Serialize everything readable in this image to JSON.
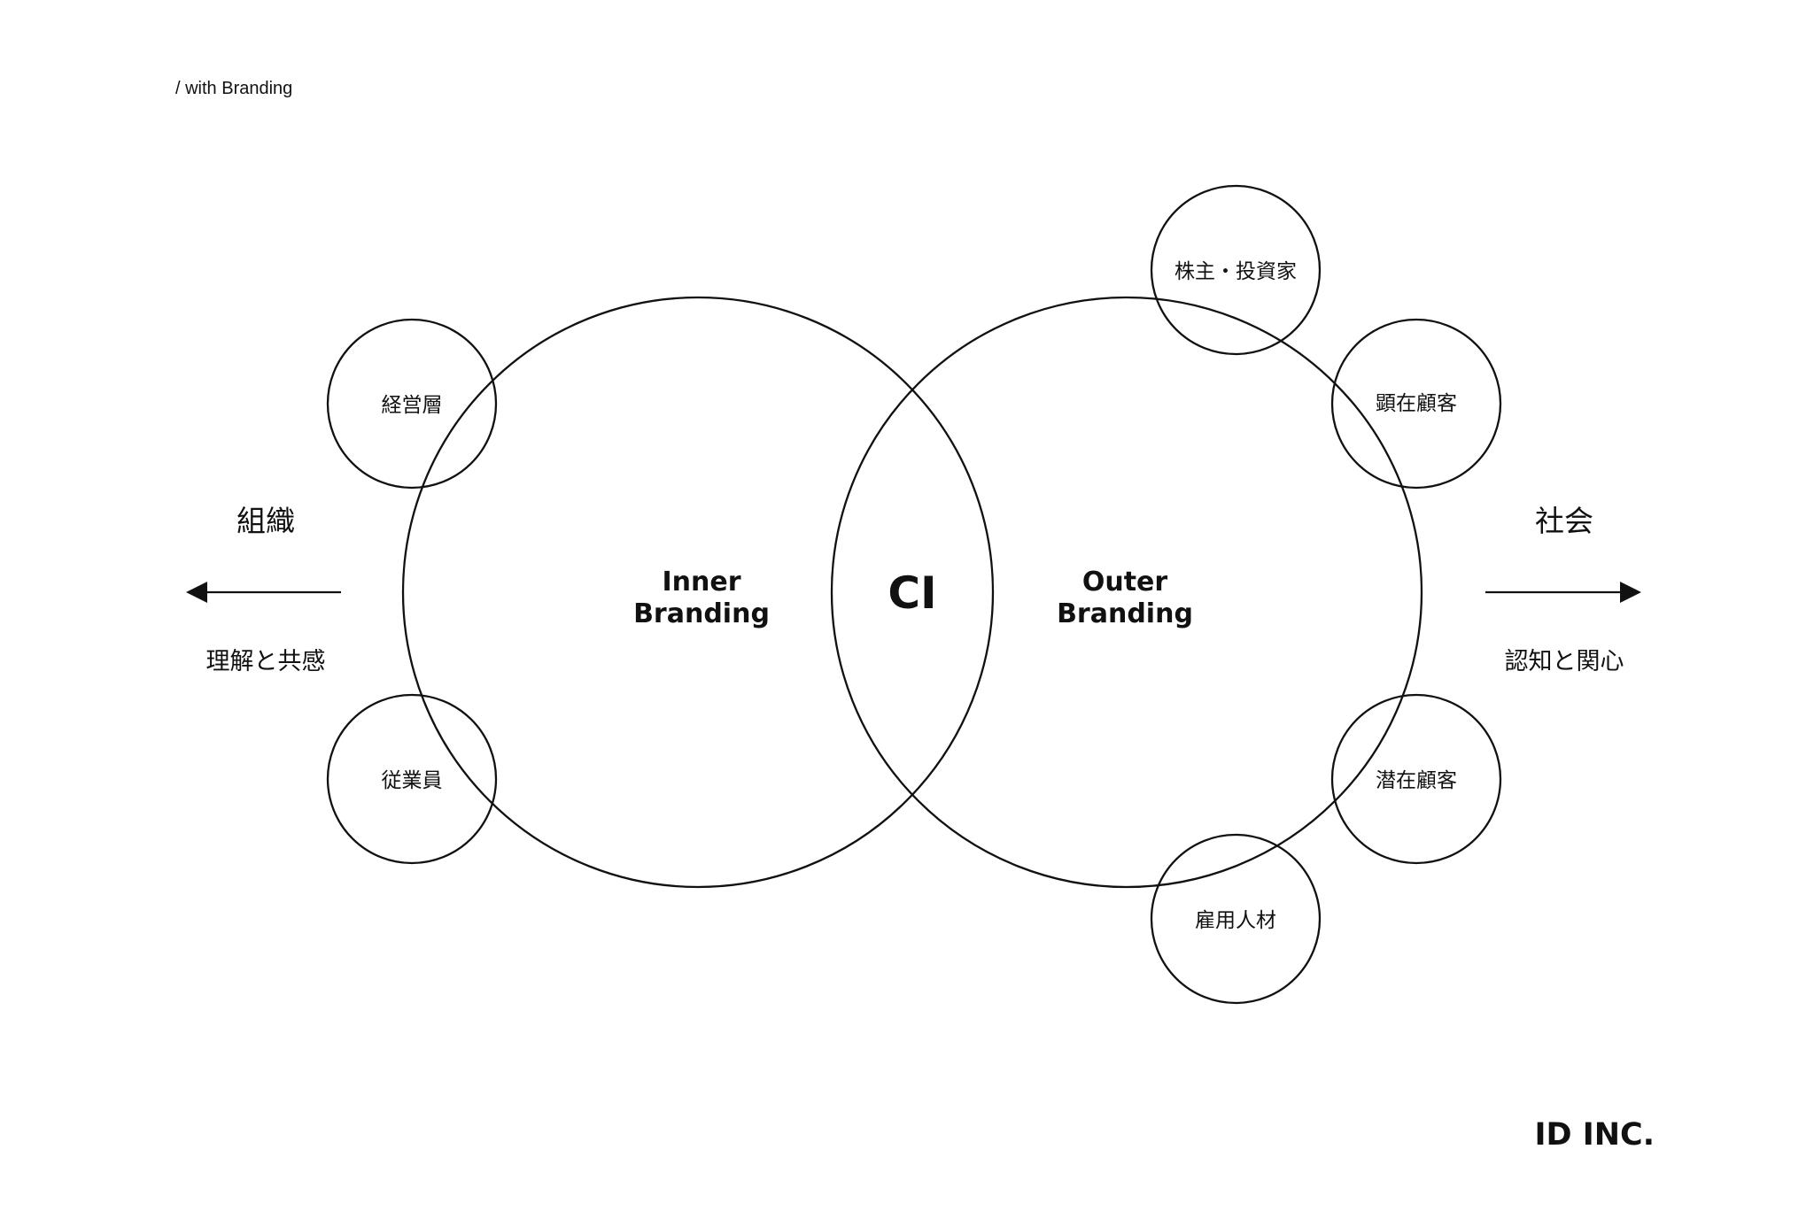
{
  "header": {
    "section_label": "/ with Branding"
  },
  "left_side": {
    "title": "組織",
    "subtitle": "理解と共感"
  },
  "right_side": {
    "title": "社会",
    "subtitle": "認知と関心"
  },
  "inner_circle": {
    "label_line1": "Inner",
    "label_line2": "Branding"
  },
  "outer_circle": {
    "label_line1": "Outer",
    "label_line2": "Branding"
  },
  "center_label": "CI",
  "satellites": {
    "management": "経営層",
    "employees": "従業員",
    "shareholders": "株主・投資家",
    "existing_customers": "顕在顧客",
    "potential_customers": "潜在顧客",
    "recruits": "雇用人材"
  },
  "footer": {
    "company": "ID INC."
  }
}
